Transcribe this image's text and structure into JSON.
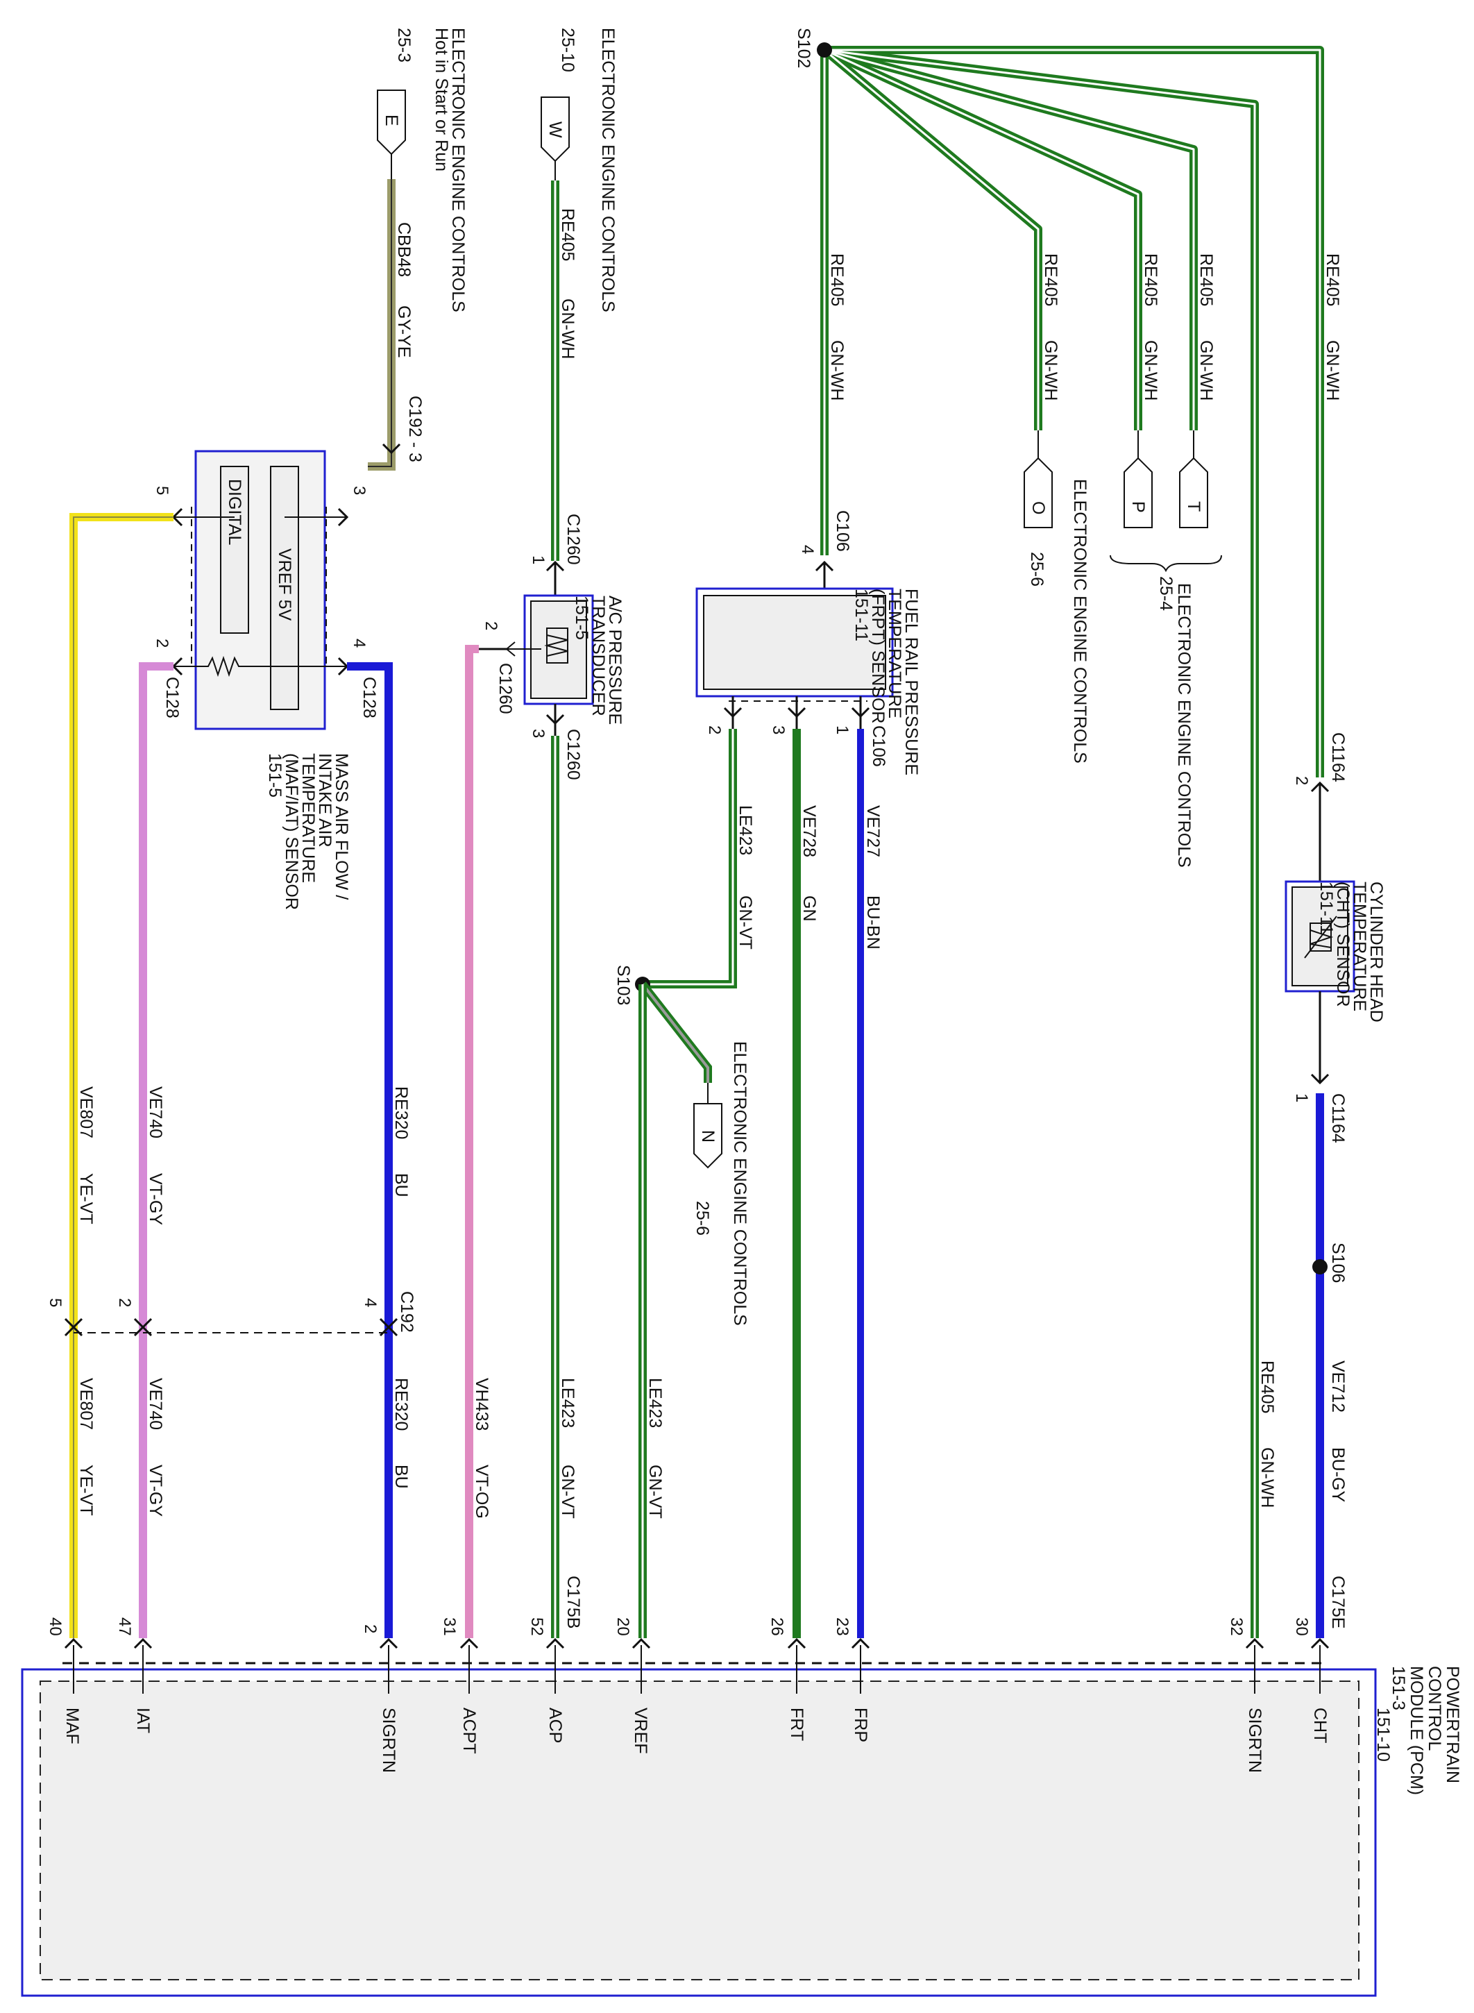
{
  "sources": {
    "s102": "S102",
    "s103": "S103",
    "s106": "S106"
  },
  "connectors_top": {
    "e_letter": "E",
    "e_ref": "25-3",
    "e_desc_line1": "Hot in Start or Run",
    "e_desc_line2": "ELECTRONIC ENGINE CONTROLS",
    "w_letter": "W",
    "w_ref": "25-10",
    "w_desc": "ELECTRONIC ENGINE CONTROLS",
    "o_letter": "O",
    "o_ref": "25-6",
    "o_desc": "ELECTRONIC ENGINE CONTROLS",
    "p_letter": "P",
    "t_letter": "T",
    "pt_ref": "25-4",
    "pt_desc": "ELECTRONIC ENGINE CONTROLS",
    "n_letter": "N",
    "n_ref": "25-6",
    "n_desc": "ELECTRONIC ENGINE CONTROLS"
  },
  "components": {
    "cht": {
      "line1": "CYLINDER HEAD",
      "line2": "TEMPERATURE",
      "line3": "(CHT) SENSOR",
      "ref": "151-11"
    },
    "frpt": {
      "line1": "FUEL RAIL PRESSURE",
      "line2": "TEMPERATURE",
      "line3": "(FRPT) SENSOR",
      "ref": "151-11"
    },
    "acpt": {
      "line1": "A/C PRESSURE",
      "line2": "TRANSDUCER",
      "ref": "151-5"
    },
    "maf": {
      "line1": "MASS AIR FLOW /",
      "line2": "INTAKE AIR",
      "line3": "TEMPERATURE",
      "line4": "(MAF/IAT) SENSOR",
      "ref": "151-5",
      "vref_label": "VREF 5V",
      "digital_label": "DIGITAL"
    },
    "pcm": {
      "line1": "POWERTRAIN",
      "line2": "CONTROL",
      "line3": "MODULE (PCM)",
      "ref1": "151-3",
      "ref2": "151-10"
    }
  },
  "connector_ids": {
    "c1164": "C1164",
    "c106": "C106",
    "c1260": "C1260",
    "c128": "C128",
    "c192": "C192",
    "c192_3": "C192 - 3",
    "c175e": "C175E",
    "c175b": "C175B"
  },
  "wires": {
    "re405": "RE405",
    "gn_wh": "GN-WH",
    "ve712": "VE712",
    "bu_gy": "BU-GY",
    "ve727": "VE727",
    "bu_bn": "BU-BN",
    "ve728": "VE728",
    "gn": "GN",
    "le423": "LE423",
    "gn_vt": "GN-VT",
    "vh433": "VH433",
    "vt_og": "VT-OG",
    "re320": "RE320",
    "bu": "BU",
    "ve740": "VE740",
    "vt_gy": "VT-GY",
    "ve807": "VE807",
    "ye_vt": "YE-VT",
    "cbb48": "CBB48",
    "gy_ye": "GY-YE"
  },
  "pins": {
    "p1": "1",
    "p2": "2",
    "p3": "3",
    "p4": "4",
    "p5": "5",
    "p20": "20",
    "p23": "23",
    "p26": "26",
    "p30": "30",
    "p31": "31",
    "p32": "32",
    "p40": "40",
    "p47": "47",
    "p52": "52"
  },
  "pcm_signals": {
    "cht": "CHT",
    "sigrtn": "SIGRTN",
    "frp": "FRP",
    "frt": "FRT",
    "vref": "VREF",
    "acp": "ACP",
    "acpt": "ACPT",
    "iat": "IAT",
    "maf": "MAF"
  },
  "colors": {
    "green": "#1f7a1f",
    "blue": "#1a1ad6",
    "yellow": "#f2e21a",
    "pink": "#e08ac0",
    "violet": "#d68ad6",
    "gray_yellow": "#9c9c6a",
    "frame_blue": "#2020d0"
  }
}
